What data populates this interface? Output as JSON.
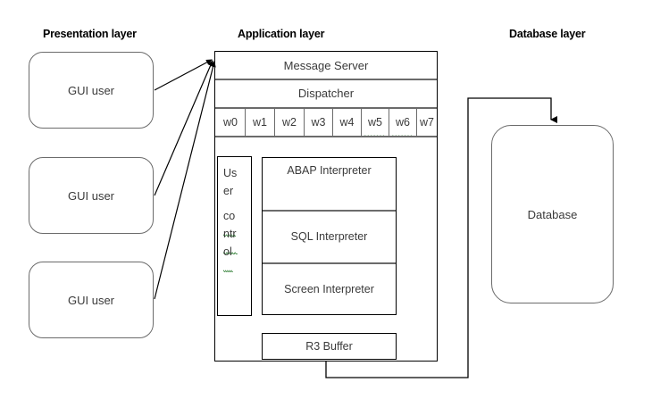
{
  "diagram": {
    "title_presentation": "Presentation layer",
    "title_application": "Application layer",
    "title_database": "Database layer"
  },
  "presentation": {
    "clients": [
      {
        "label": "GUI user"
      },
      {
        "label": "GUI user"
      },
      {
        "label": "GUI user"
      }
    ]
  },
  "application": {
    "message_server": "Message Server",
    "dispatcher": "Dispatcher",
    "workers": [
      {
        "label": "w0",
        "misspelled": false
      },
      {
        "label": "w1",
        "misspelled": false
      },
      {
        "label": "w2",
        "misspelled": false
      },
      {
        "label": "w3",
        "misspelled": false
      },
      {
        "label": "w4",
        "misspelled": false
      },
      {
        "label": "w5",
        "misspelled": true
      },
      {
        "label": "w6",
        "misspelled": true
      },
      {
        "label": "w7",
        "misspelled": false
      }
    ],
    "user_control": {
      "full_text": "User control",
      "lines": [
        {
          "text": "Us",
          "misspelled": false
        },
        {
          "text": "er",
          "misspelled": false
        },
        {
          "text": "co",
          "misspelled": true
        },
        {
          "text": "ntr",
          "misspelled": true
        },
        {
          "text": "ol",
          "misspelled": true
        }
      ]
    },
    "interpreters": [
      {
        "label": "ABAP Interpreter"
      },
      {
        "label": "SQL Interpreter"
      },
      {
        "label": "Screen Interpreter"
      }
    ],
    "buffer": "R3 Buffer"
  },
  "database": {
    "label": "Database"
  },
  "colors": {
    "box_stroke_black": "#000000",
    "box_stroke_gray": "#6b6b6b",
    "text": "#3a3a3a",
    "title": "#000000",
    "spellcheck_underline": "#2e7d32",
    "background": "#ffffff"
  }
}
